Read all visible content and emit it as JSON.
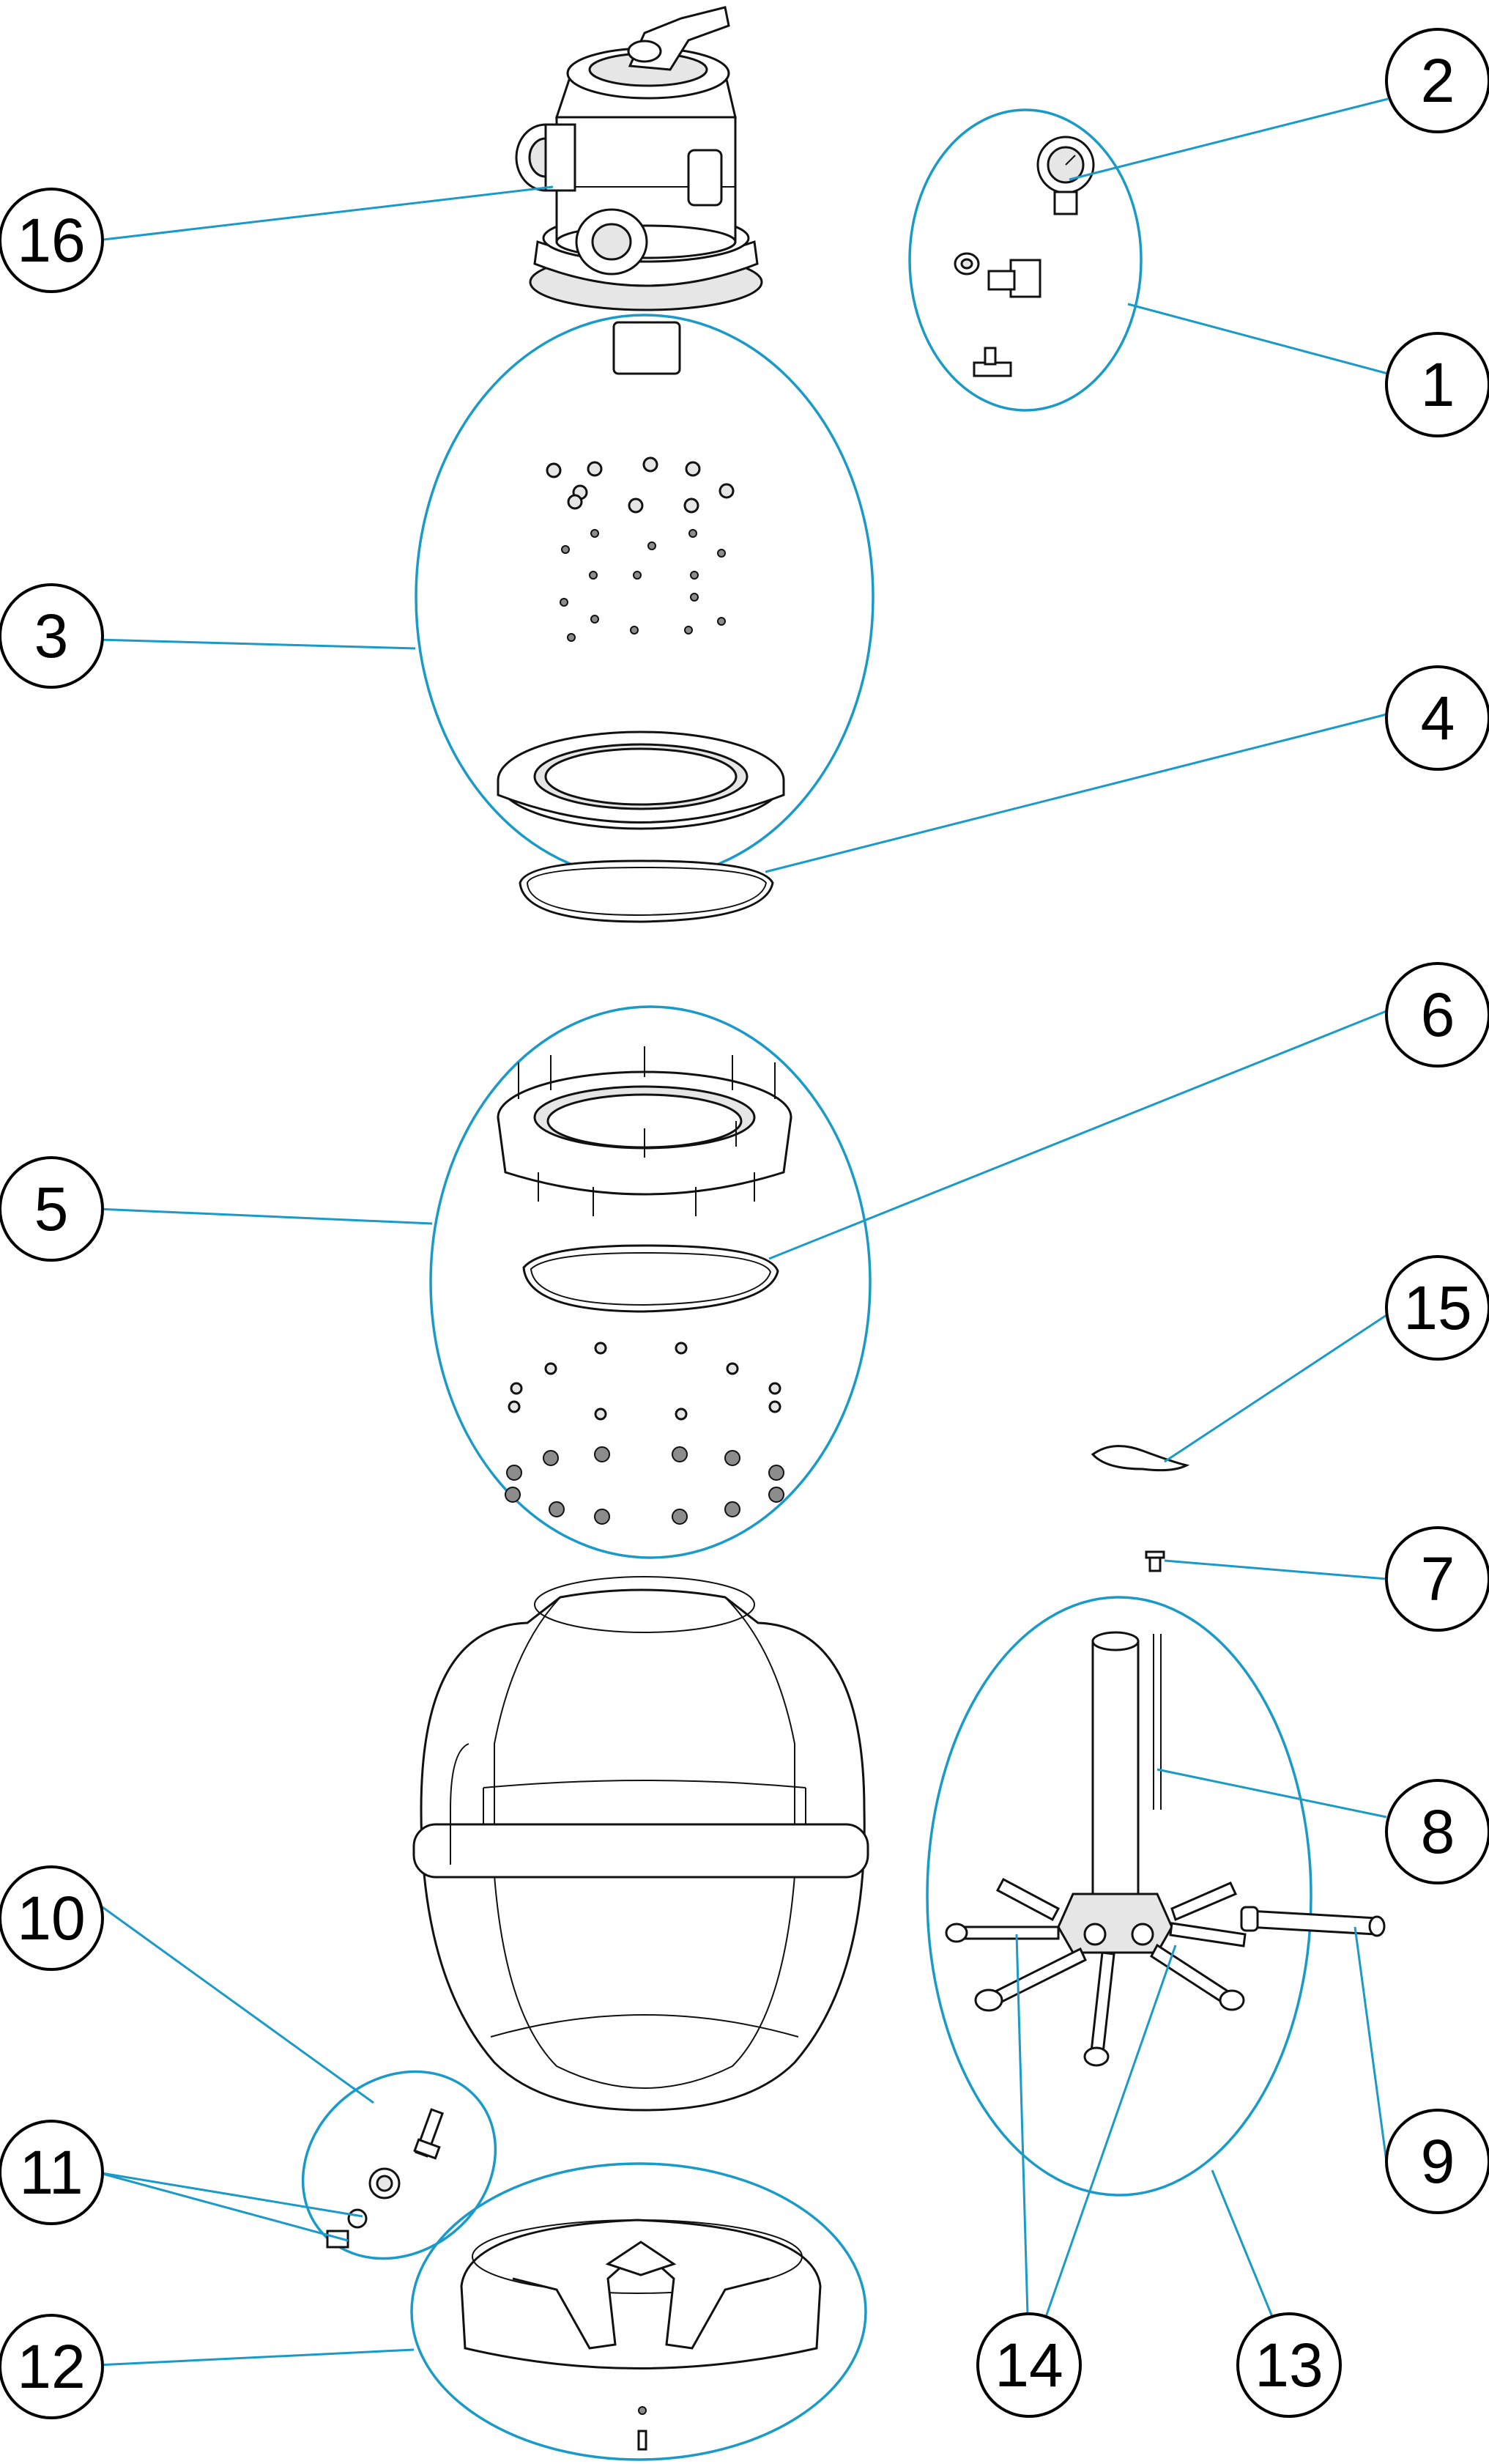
{
  "colors": {
    "leader": "#1a9ac8",
    "outline": "#111111",
    "callout_fill": "#ffffff"
  },
  "callouts": [
    {
      "id": "c1",
      "label": "1"
    },
    {
      "id": "c2",
      "label": "2"
    },
    {
      "id": "c3",
      "label": "3"
    },
    {
      "id": "c4",
      "label": "4"
    },
    {
      "id": "c5",
      "label": "5"
    },
    {
      "id": "c6",
      "label": "6"
    },
    {
      "id": "c7",
      "label": "7"
    },
    {
      "id": "c8",
      "label": "8"
    },
    {
      "id": "c9",
      "label": "9"
    },
    {
      "id": "c10",
      "label": "10"
    },
    {
      "id": "c11",
      "label": "11"
    },
    {
      "id": "c12",
      "label": "12"
    },
    {
      "id": "c13",
      "label": "13"
    },
    {
      "id": "c14",
      "label": "14"
    },
    {
      "id": "c15",
      "label": "15"
    },
    {
      "id": "c16",
      "label": "16"
    }
  ]
}
